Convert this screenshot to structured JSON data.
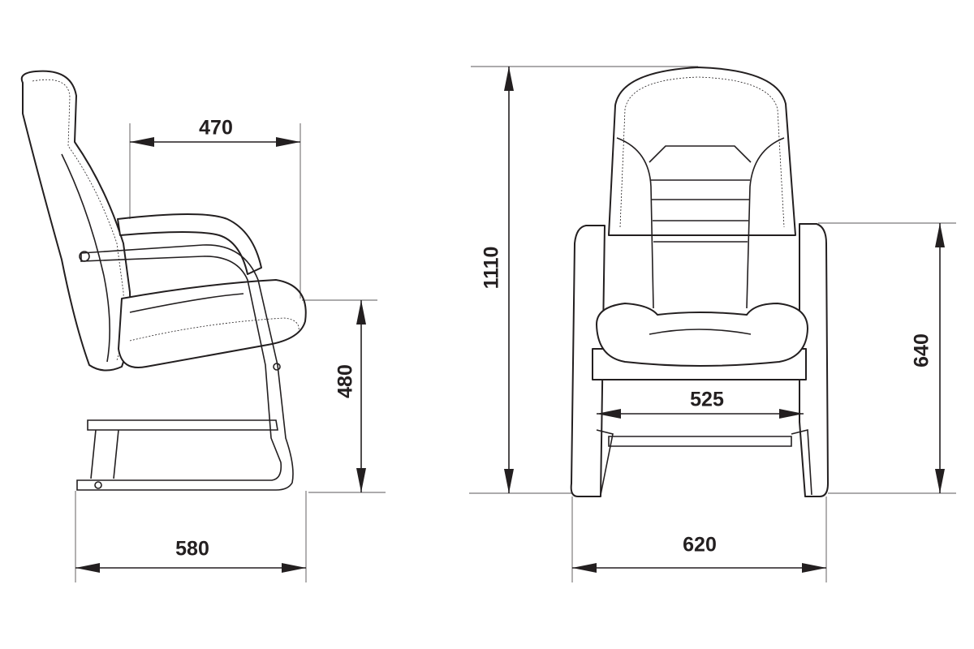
{
  "diagram": {
    "side_view": {
      "seat_depth_label": "470",
      "seat_height_label": "480",
      "overall_depth_label": "580"
    },
    "front_view": {
      "overall_height_label": "1110",
      "arm_height_label": "640",
      "seat_width_label": "525",
      "overall_width_label": "620"
    },
    "line_color": "#231f20"
  }
}
